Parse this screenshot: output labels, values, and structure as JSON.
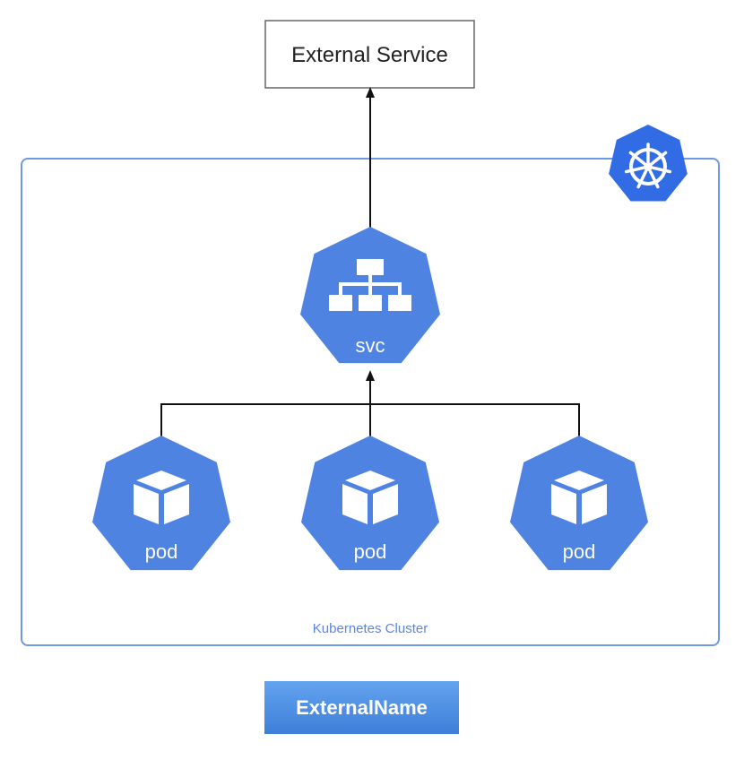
{
  "external_service": {
    "label": "External Service"
  },
  "cluster": {
    "label": "Kubernetes Cluster"
  },
  "service": {
    "label": "svc",
    "icon": "sitemap-icon"
  },
  "pods": [
    {
      "label": "pod",
      "icon": "cube-icon"
    },
    {
      "label": "pod",
      "icon": "cube-icon"
    },
    {
      "label": "pod",
      "icon": "cube-icon"
    }
  ],
  "logo": {
    "icon": "kubernetes-helm-icon"
  },
  "badge": {
    "label": "ExternalName"
  },
  "colors": {
    "k8s_blue": "#326CE5",
    "hex_blue": "#4F83E2",
    "cluster_border": "#6F97E8",
    "cluster_text": "#5A86DA",
    "badge_top": "#63A3EE",
    "badge_bottom": "#3E7ED9",
    "arrow": "#111111",
    "box_border": "#666666"
  }
}
